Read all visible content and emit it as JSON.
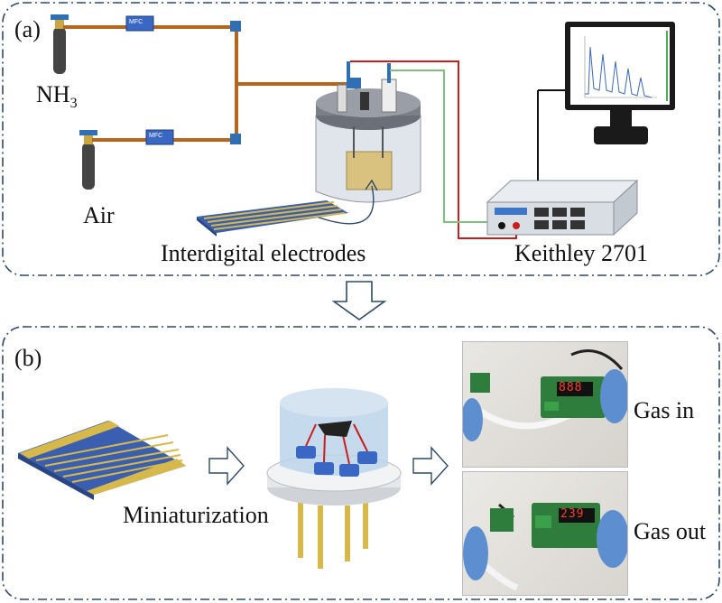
{
  "panel_a": {
    "label": "(a)",
    "nh3_label": "NH",
    "nh3_sub": "3",
    "air_label": "Air",
    "mfc_label": "MFC",
    "electrode_label": "Interdigital electrodes",
    "meter_label": "Keithley 2701"
  },
  "panel_b": {
    "label": "(b)",
    "mini_label": "Miniaturization",
    "gas_in_label": "Gas in",
    "gas_out_label": "Gas out",
    "display_in": "888",
    "display_out": "239"
  },
  "colors": {
    "pipe": "#b5651d",
    "frame": "#2e4a6a",
    "electrode_gold": "#d7b84a",
    "electrode_blue": "#3b5fb0",
    "wire_red": "#c81e1e",
    "wire_green": "#7fc27f"
  }
}
